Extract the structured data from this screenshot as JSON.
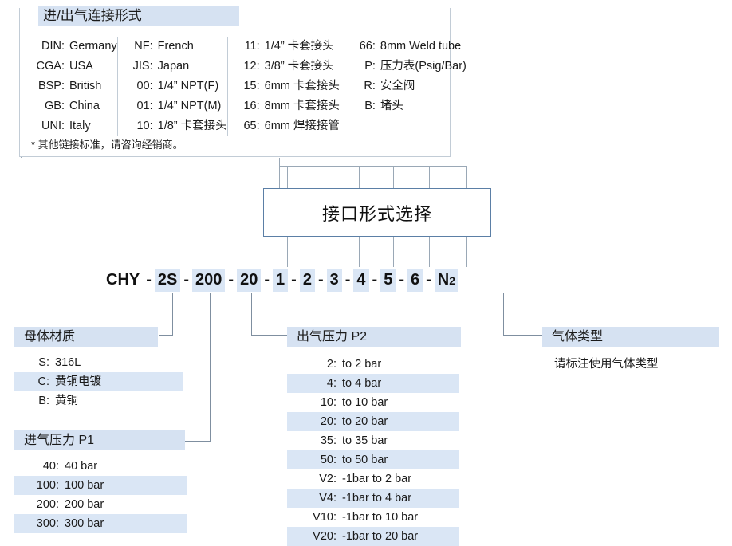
{
  "top_panel": {
    "title": "进/出气连接形式",
    "note": "* 其他链接标准，请咨询经销商。",
    "columns": [
      {
        "name": "standards-column",
        "items": [
          {
            "code": "DIN:",
            "desc": "Germany"
          },
          {
            "code": "CGA:",
            "desc": "USA"
          },
          {
            "code": "BSP:",
            "desc": "British"
          },
          {
            "code": "GB:",
            "desc": "China"
          },
          {
            "code": "UNI:",
            "desc": "Italy"
          }
        ]
      },
      {
        "name": "npt-column",
        "items": [
          {
            "code": "NF:",
            "desc": "French"
          },
          {
            "code": "JIS:",
            "desc": "Japan"
          },
          {
            "code": "00:",
            "desc": "1/4” NPT(F)"
          },
          {
            "code": "01:",
            "desc": "1/4” NPT(M)"
          },
          {
            "code": "10:",
            "desc": "1/8” 卡套接头"
          }
        ]
      },
      {
        "name": "ferrule-column",
        "items": [
          {
            "code": "11:",
            "desc": "1/4” 卡套接头"
          },
          {
            "code": "12:",
            "desc": "3/8” 卡套接头"
          },
          {
            "code": "15:",
            "desc": "6mm 卡套接头"
          },
          {
            "code": "16:",
            "desc": "8mm 卡套接头"
          },
          {
            "code": "65:",
            "desc": "6mm 焊接接管"
          }
        ]
      },
      {
        "name": "accessory-column",
        "items": [
          {
            "code": "66:",
            "desc": "8mm Weld tube"
          },
          {
            "code": "P:",
            "desc": "压力表(Psig/Bar)"
          },
          {
            "code": "R:",
            "desc": "安全阀"
          },
          {
            "code": "B:",
            "desc": "堵头"
          }
        ]
      }
    ]
  },
  "selector_box": {
    "label": "接口形式选择"
  },
  "code_line": {
    "segments": [
      {
        "text": "CHY",
        "highlight": false
      },
      {
        "text": "2S",
        "highlight": true
      },
      {
        "text": "200",
        "highlight": true
      },
      {
        "text": "20",
        "highlight": true
      },
      {
        "text": "1",
        "highlight": true
      },
      {
        "text": "2",
        "highlight": true
      },
      {
        "text": "3",
        "highlight": true
      },
      {
        "text": "4",
        "highlight": true
      },
      {
        "text": "5",
        "highlight": true
      },
      {
        "text": "6",
        "highlight": true
      }
    ],
    "last_segment": {
      "text": "N",
      "sub": "2",
      "highlight": true
    },
    "separator": "-"
  },
  "panels": {
    "material": {
      "title": "母体材质",
      "rows": [
        {
          "code": "S:",
          "desc": "316L"
        },
        {
          "code": "C:",
          "desc": "黄铜电镀"
        },
        {
          "code": "B:",
          "desc": "黄铜"
        }
      ]
    },
    "inlet_pressure": {
      "title": "进气压力 P1",
      "rows": [
        {
          "code": "40:",
          "desc": "40 bar"
        },
        {
          "code": "100:",
          "desc": "100 bar"
        },
        {
          "code": "200:",
          "desc": "200 bar"
        },
        {
          "code": "300:",
          "desc": "300 bar"
        }
      ]
    },
    "outlet_pressure": {
      "title": "出气压力 P2",
      "rows": [
        {
          "code": "2:",
          "desc": "to 2 bar"
        },
        {
          "code": "4:",
          "desc": "to 4 bar"
        },
        {
          "code": "10:",
          "desc": "to 10 bar"
        },
        {
          "code": "20:",
          "desc": "to 20 bar"
        },
        {
          "code": "35:",
          "desc": "to 35 bar"
        },
        {
          "code": "50:",
          "desc": "to 50 bar"
        },
        {
          "code": "V2:",
          "desc": "-1bar to 2 bar"
        },
        {
          "code": "V4:",
          "desc": "-1bar to 4 bar"
        },
        {
          "code": "V10:",
          "desc": "-1bar to 10 bar"
        },
        {
          "code": "V20:",
          "desc": "-1bar to 20 bar"
        }
      ]
    },
    "gas_type": {
      "title": "气体类型",
      "note": "请标注使用气体类型"
    }
  },
  "colors": {
    "highlight_band": "#d6e2f2",
    "zebra_row": "#dae6f5",
    "box_border": "#5b7fa6",
    "panel_border": "#c2ccd6",
    "connector_line": "#7f8fa0"
  }
}
